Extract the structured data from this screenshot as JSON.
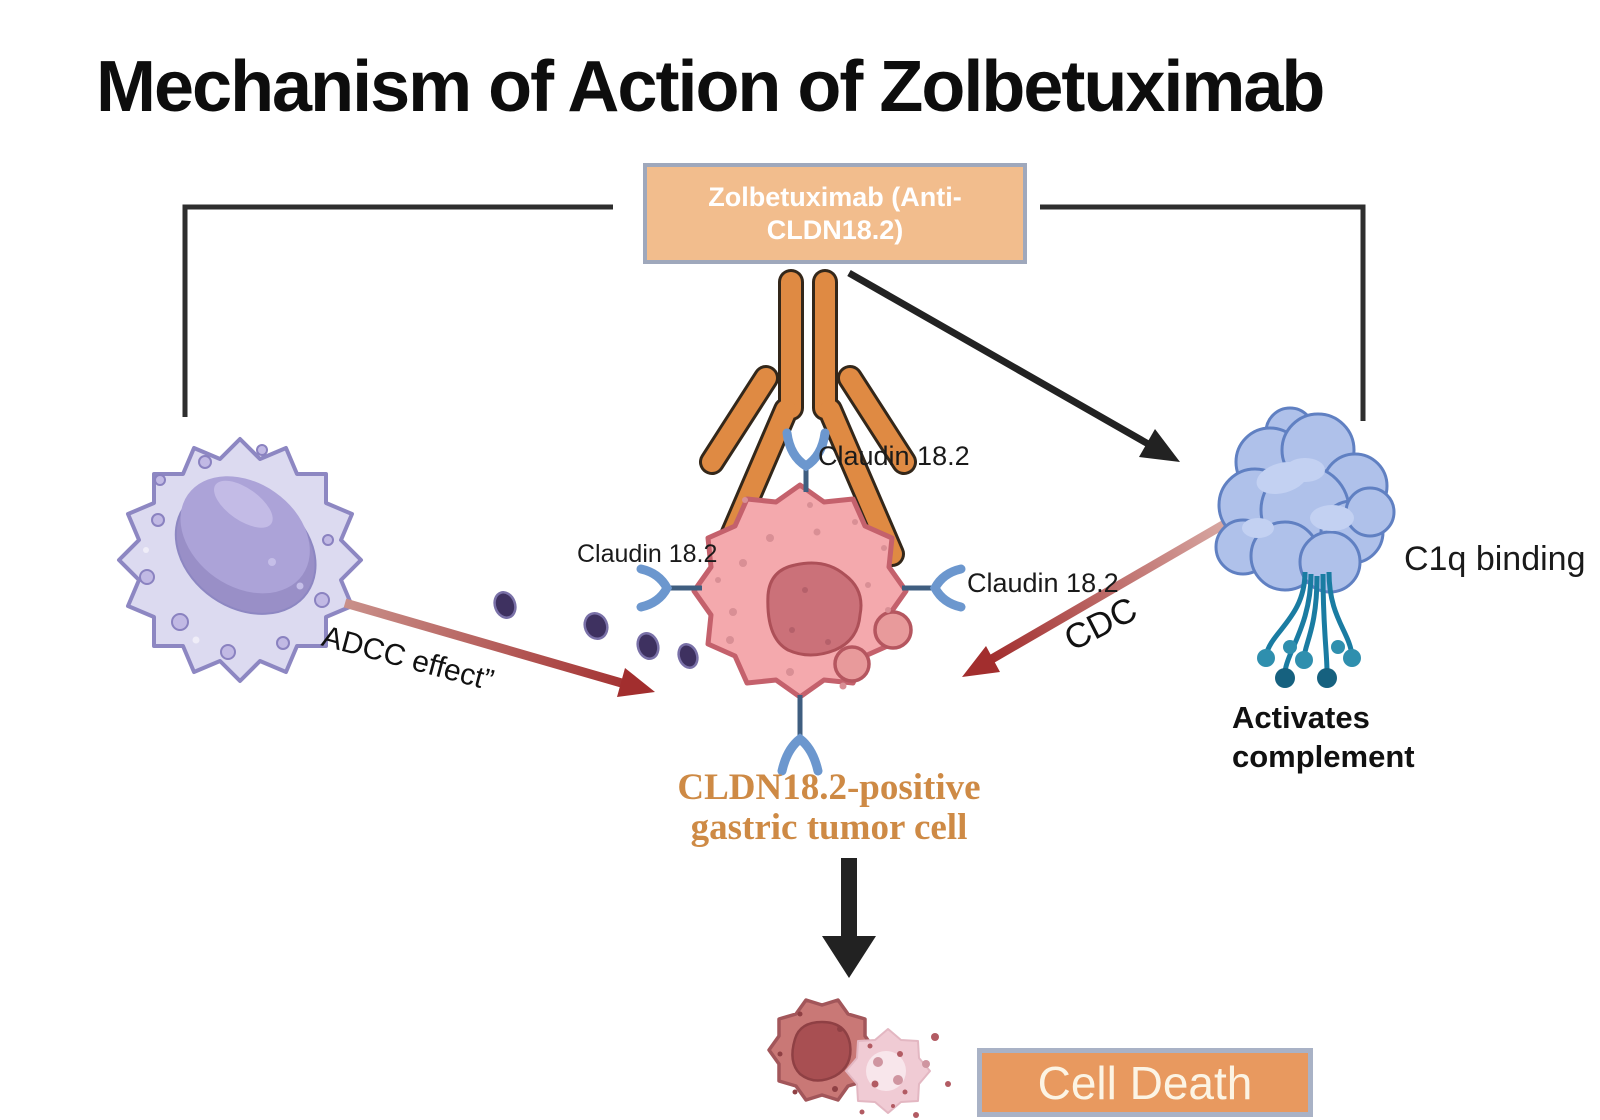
{
  "title": "Mechanism of Action of Zolbetuximab",
  "zolbetuximab_box": {
    "line1": "Zolbetuximab (Anti-",
    "line2": "CLDN18.2)"
  },
  "receptor_labels": {
    "top": "Claudin 18.2",
    "left": "Claudin 18.2",
    "right": "Claudin 18.2"
  },
  "pathways": {
    "adcc_label": "ADCC effect”",
    "cdc_label": "CDC",
    "c1q_label": "C1q binding",
    "complement_line1": "Activates",
    "complement_line2": "complement"
  },
  "tumor_cell_label": {
    "line1": "CLDN18.2-positive",
    "line2": "gastric tumor cell"
  },
  "outcome": {
    "cell_death_label": "Cell Death"
  },
  "colors": {
    "antibody_orange": "#DF8A43",
    "zolbetuximab_box_fill": "#F2BD8D",
    "cell_death_box_fill": "#E8995F",
    "box_border": "#9FA8BC",
    "arrow_red": "#A22E2E",
    "tumor_pink": "#F4A9AD",
    "tumor_outline": "#C4616C",
    "nk_purple": "#DCDAF0",
    "nk_outline": "#8D87C2",
    "complement_blue": "#AFC1EA",
    "complement_outline": "#6080C2",
    "receptor_blue": "#6C97CE",
    "stem_teal": "#1A7CA2",
    "accent_text_orange": "#CE8A45",
    "line_black": "#2E2E2E"
  }
}
